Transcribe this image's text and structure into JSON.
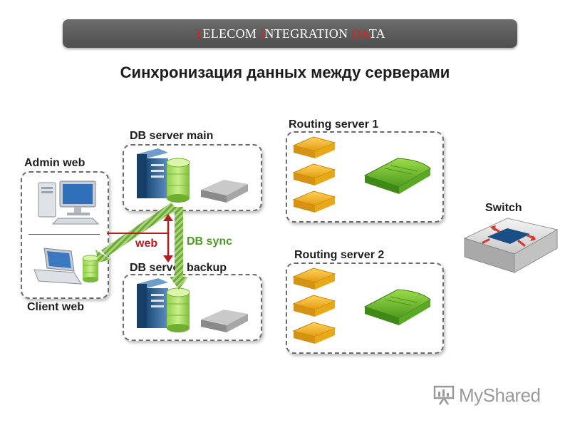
{
  "header": {
    "segments": [
      {
        "text": "T",
        "accent": true
      },
      {
        "text": "ELECOM ",
        "accent": false
      },
      {
        "text": "I",
        "accent": true
      },
      {
        "text": "NTEGRATION ",
        "accent": false
      },
      {
        "text": "DA",
        "accent": true
      },
      {
        "text": "TA",
        "accent": false
      }
    ]
  },
  "title": "Синхронизация данных между серверами",
  "labels": {
    "admin_web": "Admin web",
    "client_web": "Client web",
    "db_main": "DB server main",
    "db_backup": "DB server backup",
    "routing1": "Routing server 1",
    "routing2": "Routing server 2",
    "switch": "Switch",
    "web": "web",
    "db_sync": "DB sync"
  },
  "watermark": "MyShared",
  "colors": {
    "accent_red": "#d92222",
    "sync_green": "#78b83a",
    "web_red": "#b51e1e",
    "router_orange": "#f2b522",
    "switch_blue": "#1a4f86"
  },
  "icons": [
    "desktop-computer-icon",
    "laptop-icon",
    "database-icon",
    "server-tower-icon",
    "modem-icon",
    "router-icon",
    "network-switch-icon"
  ]
}
